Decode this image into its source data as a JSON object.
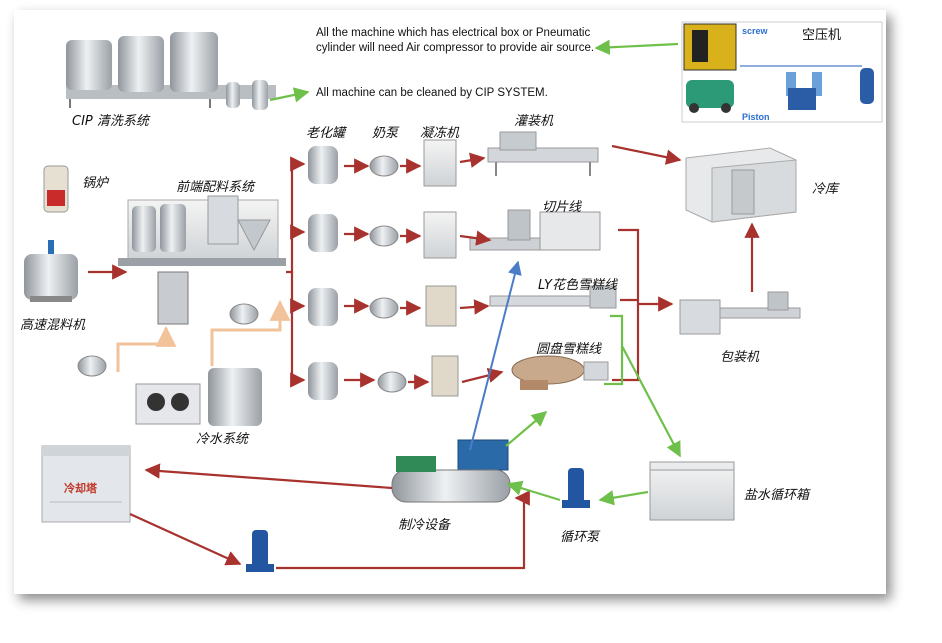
{
  "notes": {
    "air_compressor": "All the machine which has electrical box or Pneumatic cylinder will need Air compressor to provide air source.",
    "cip": "All machine can be cleaned by CIP SYSTEM."
  },
  "labels": {
    "cip": "CIP  清洗系统",
    "boiler": "锅炉",
    "mixer": "高速混料机",
    "front_end": "前端配料系统",
    "chiller": "冷水系统",
    "aging_tank": "老化罐",
    "milk_pump": "奶泵",
    "freezer": "凝冻机",
    "filling": "灌装机",
    "slicing": "切片线",
    "ly_line": "LY花色雪糕线",
    "round_line": "圆盘雪糕线",
    "cold_store": "冷库",
    "packing": "包装机",
    "brine_tank": "盐水循环箱",
    "refrigeration": "制冷设备",
    "circ_pump": "循环泵",
    "cooling_tower": "冷却塔",
    "compressor": "空压机",
    "screw": "screw",
    "piston": "Piston"
  },
  "colors": {
    "red_arrow": "#a8322d",
    "green_arrow": "#6fc04a",
    "blue_arrow": "#4a7cc7",
    "orange_arrow": "#f2c39a"
  }
}
